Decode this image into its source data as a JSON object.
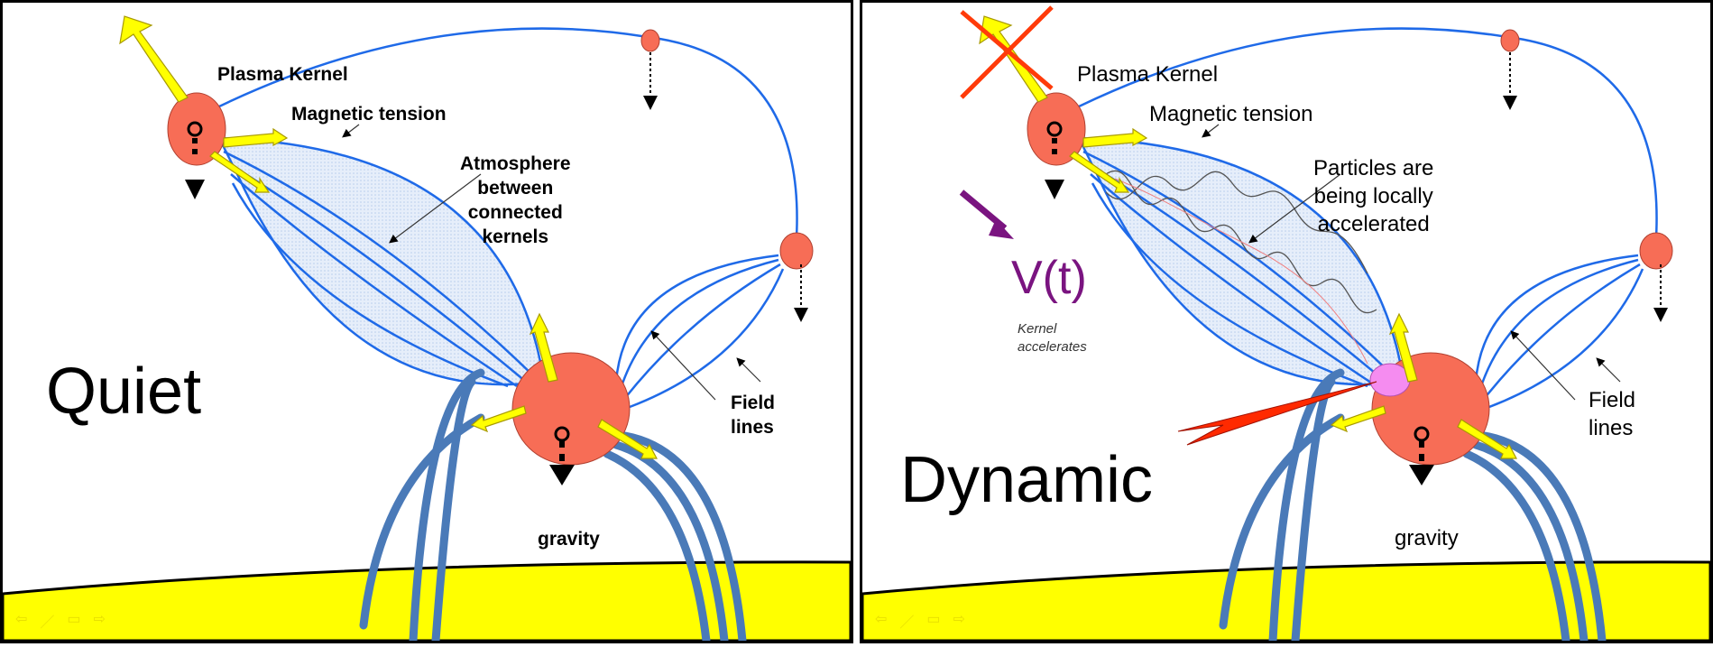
{
  "colors": {
    "kernel": "#f76d56",
    "field_line": "#1f6ae8",
    "flux_tube": "#4a7ab8",
    "arrow": "#ffff00",
    "ground": "#ffff00",
    "atmosphere": "#dbe8f8",
    "cross": "#ff3b0a",
    "accel_arrow": "#7a1480",
    "pink_spot": "#f58cf0",
    "spark": "#ff2a00"
  },
  "panels": [
    {
      "title": "Quiet",
      "labels": {
        "plasma_kernel": "Plasma Kernel",
        "magnetic_tension": "Magnetic tension",
        "atmosphere": [
          "Atmosphere",
          "between",
          "connected",
          "kernels"
        ],
        "field_lines": [
          "Field",
          "lines"
        ],
        "gravity": "gravity"
      }
    },
    {
      "title": "Dynamic",
      "labels": {
        "plasma_kernel": "Plasma Kernel",
        "magnetic_tension": "Magnetic tension",
        "particles": [
          "Particles are",
          "being locally",
          "accelerated"
        ],
        "field_lines": [
          "Field",
          "lines"
        ],
        "gravity": "gravity",
        "velocity": "V(t)",
        "kernel_accel": [
          "Kernel",
          "accelerates"
        ]
      }
    }
  ],
  "nav_icons": [
    "arrow-left-icon",
    "pen-icon",
    "screen-icon",
    "arrow-right-icon"
  ]
}
